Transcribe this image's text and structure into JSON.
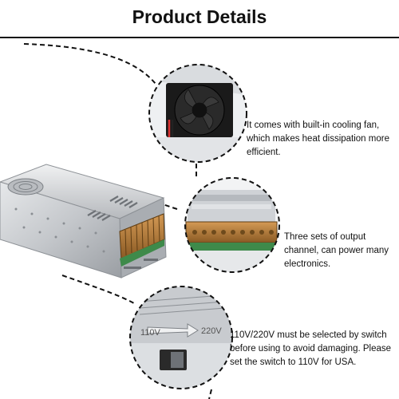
{
  "header": {
    "title": "Product Details"
  },
  "callouts": [
    {
      "text": "It comes with built-in cooling fan, which makes heat dissipation more efficient."
    },
    {
      "text": "Three sets of output channel, can power many electronics."
    },
    {
      "text": "110V/220V must be selected by switch before using to avoid damaging. Please set the switch to 110V for USA."
    }
  ],
  "switch_closeup": {
    "label_110": "110V",
    "label_220": "220V"
  },
  "colors": {
    "title": "#111111",
    "dashed_line": "#111111",
    "terminal_brass": "#b07a3c",
    "housing": "#c9ccd0",
    "fan": "#1a1a1a",
    "pcb": "#3e8a4a"
  },
  "icons": [
    "cooling-fan-icon",
    "terminal-block-icon",
    "voltage-switch-icon"
  ]
}
